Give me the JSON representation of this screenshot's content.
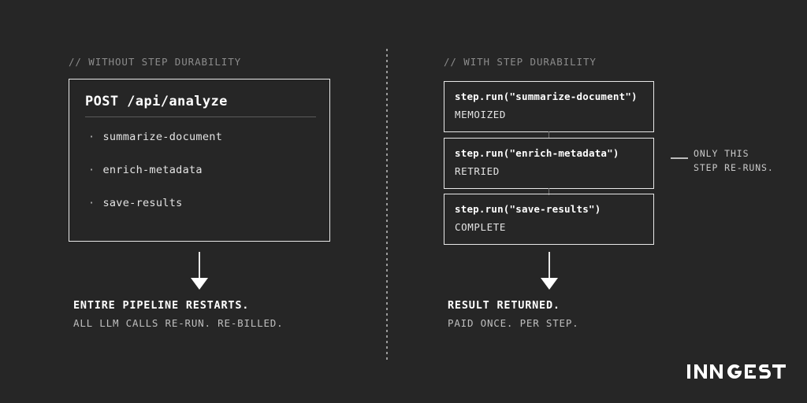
{
  "background_color": "#262626",
  "left_column": {
    "comment": "// WITHOUT STEP DURABILITY",
    "box": {
      "title": "POST /api/analyze",
      "items": [
        {
          "bullet": "·",
          "label": "summarize-document"
        },
        {
          "bullet": "·",
          "label": "enrich-metadata"
        },
        {
          "bullet": "·",
          "label": "save-results"
        }
      ]
    },
    "conclusion": {
      "headline": "ENTIRE PIPELINE RESTARTS.",
      "subline": "ALL LLM CALLS RE-RUN. RE-BILLED."
    }
  },
  "right_column": {
    "comment": "// WITH STEP DURABILITY",
    "steps": [
      {
        "call": "step.run(\"summarize-document\")",
        "status": "MEMOIZED"
      },
      {
        "call": "step.run(\"enrich-metadata\")",
        "status": "RETRIED"
      },
      {
        "call": "step.run(\"save-results\")",
        "status": "COMPLETE"
      }
    ],
    "callout": {
      "line1": "ONLY THIS",
      "line2": "STEP RE-RUNS."
    },
    "conclusion": {
      "headline": "RESULT RETURNED.",
      "subline": "PAID ONCE. PER STEP."
    }
  },
  "divider": {
    "style": "vertical-dotted"
  },
  "arrows": [
    {
      "name": "down-arrow-left",
      "direction": "down"
    },
    {
      "name": "down-arrow-right",
      "direction": "down"
    }
  ],
  "logo": {
    "text": "INNGEST",
    "color": "#ffffff"
  },
  "colors": {
    "background": "#262626",
    "border": "#e8e8e8",
    "comment_text": "#8c8c8c",
    "primary_text": "#ffffff",
    "secondary_text": "#bfbfbf"
  }
}
